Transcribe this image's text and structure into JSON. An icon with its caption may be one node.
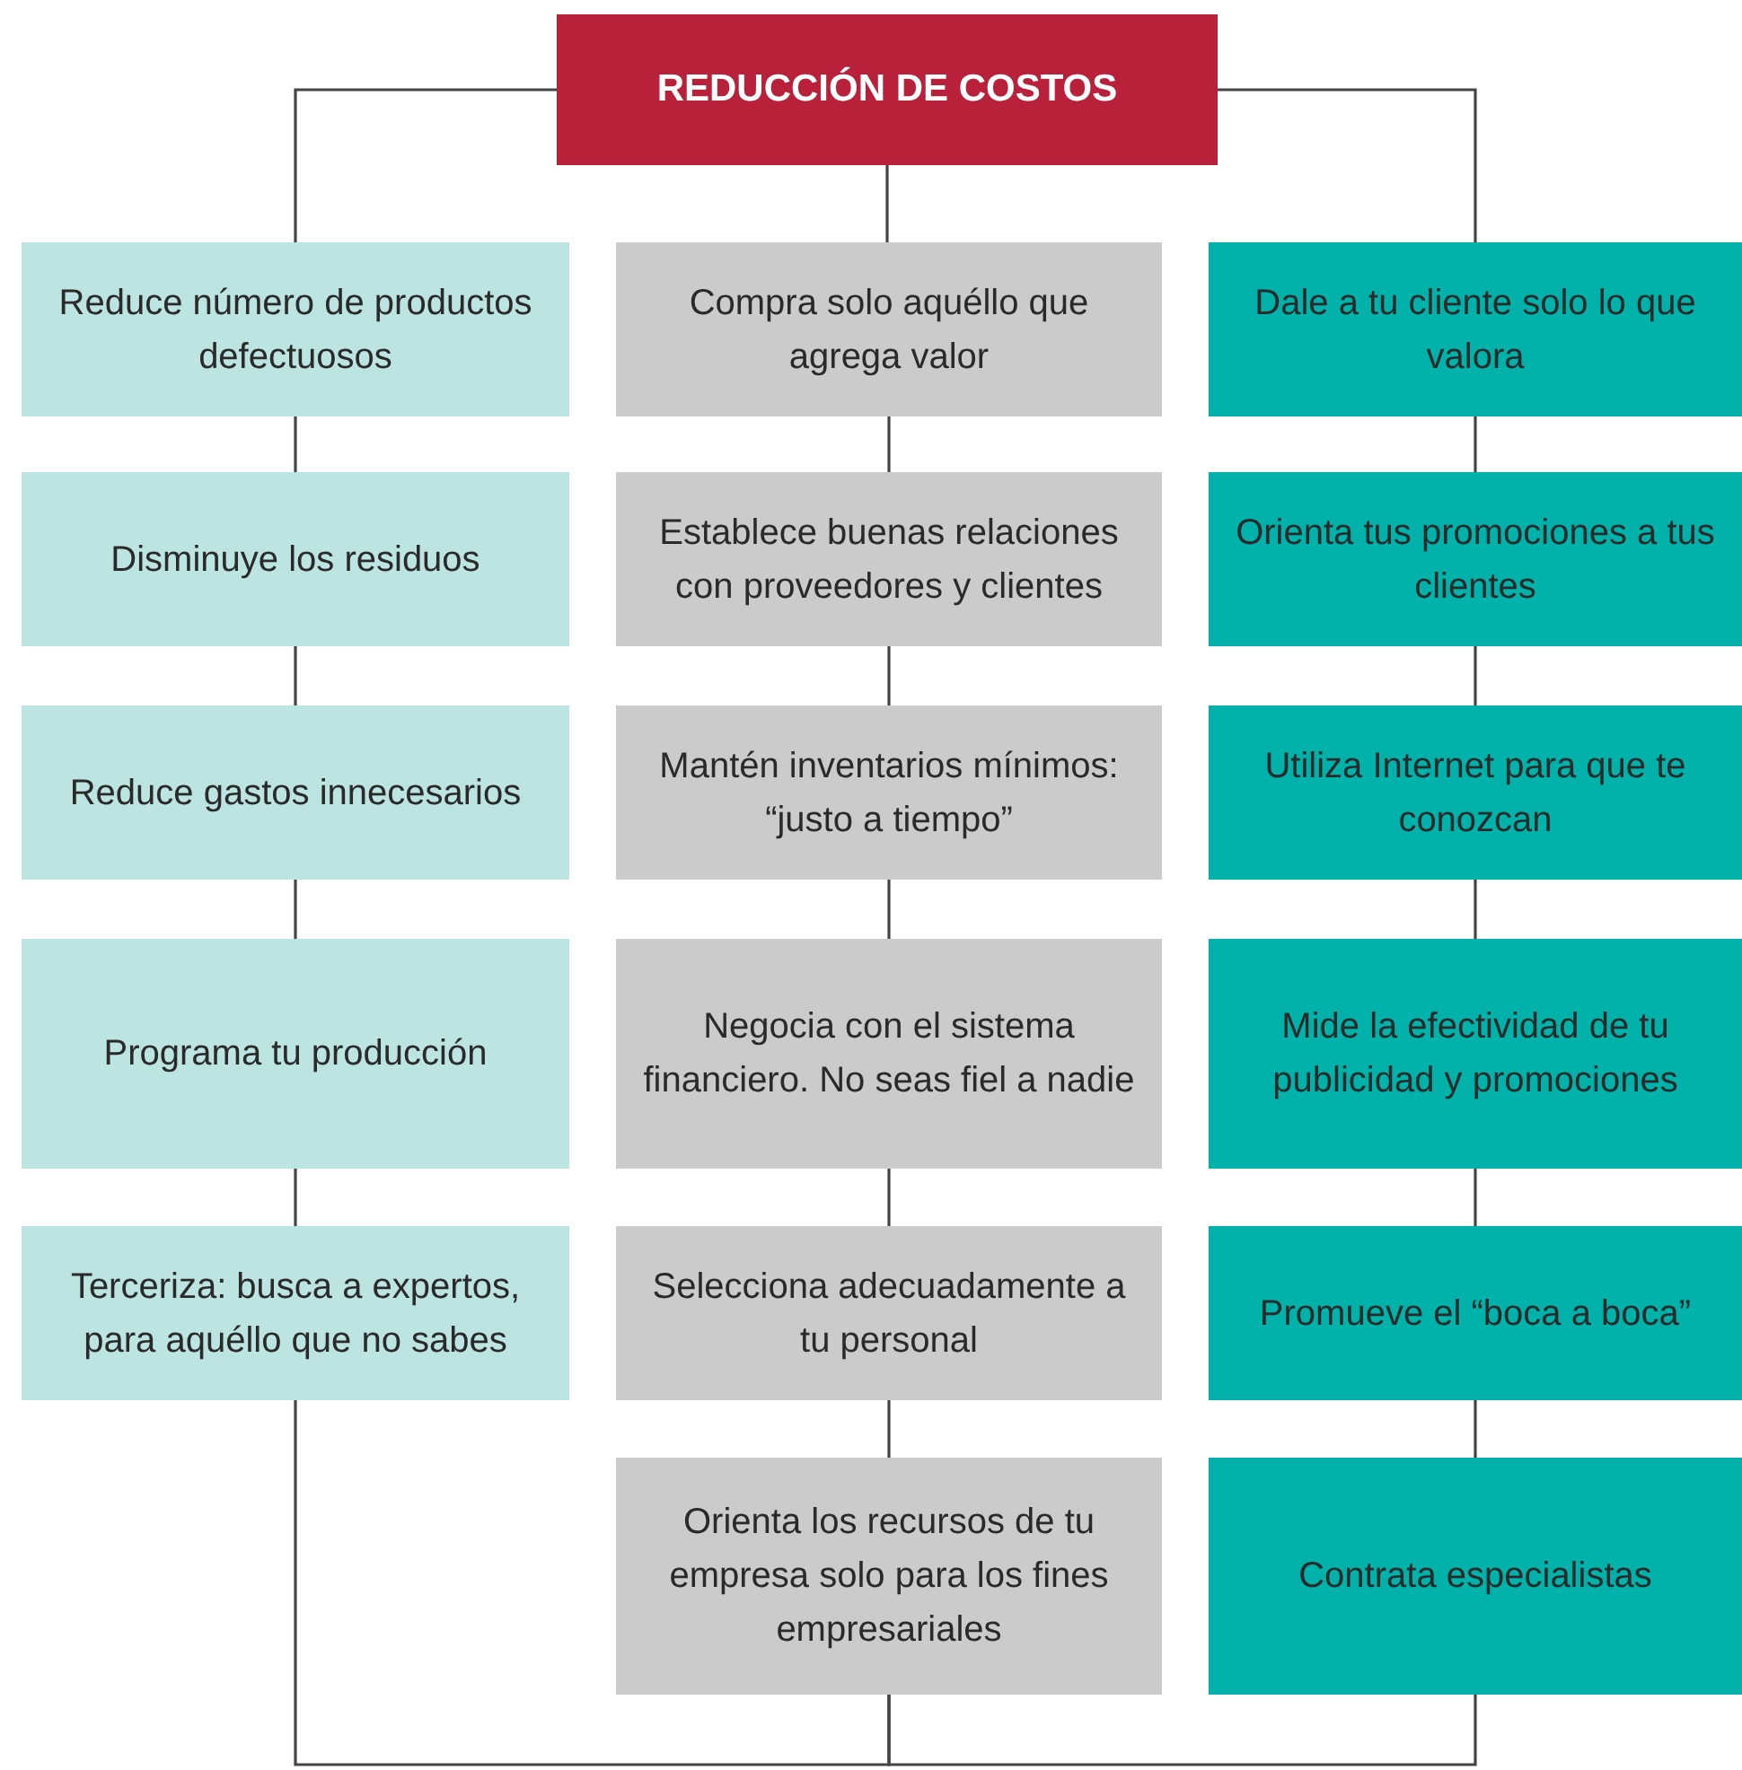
{
  "diagram": {
    "nodes": [
      {
        "text": [
          "REDUCCIÓN DE COSTOS"
        ]
      },
      {
        "text": [
          "Reduce número de productos defectuosos"
        ]
      },
      {
        "text": [
          "Disminuye los residuos"
        ]
      },
      {
        "text": [
          "Reduce gastos innecesarios"
        ]
      },
      {
        "text": [
          "Programa tu producción"
        ]
      },
      {
        "text": [
          "Terceriza: busca a expertos, para aquéllo que no sabes"
        ]
      },
      {
        "text": [
          "Compra solo aquéllo que agrega valor"
        ]
      },
      {
        "text": [
          "Establece buenas relaciones con proveedores y clientes"
        ]
      },
      {
        "text": [
          "Mantén inventarios mínimos: “justo a tiempo”"
        ]
      },
      {
        "text": [
          "Negocia con el sistema financiero. No seas fiel a nadie"
        ]
      },
      {
        "text": [
          "Selecciona adecuadamente a tu personal"
        ]
      },
      {
        "text": [
          "Orienta los recursos de tu empresa solo para los fines empresariales"
        ]
      },
      {
        "text": [
          "Dale a tu cliente solo lo que valora"
        ]
      },
      {
        "text": [
          "Orienta tus promociones a tus clientes"
        ]
      },
      {
        "text": [
          "Utiliza Internet para que te conozcan"
        ]
      },
      {
        "text": [
          "Mide la efectividad de tu publicidad y promociones"
        ]
      },
      {
        "text": [
          "Promueve el “boca a boca”"
        ]
      },
      {
        "text": [
          "Contrata especialistas"
        ]
      }
    ],
    "edges": [
      {
        "from": 0,
        "to": 1,
        "arrow": "none"
      },
      {
        "from": 1,
        "to": 2,
        "arrow": "none"
      },
      {
        "from": 2,
        "to": 3,
        "arrow": "none"
      },
      {
        "from": 3,
        "to": 4,
        "arrow": "none"
      },
      {
        "from": 4,
        "to": 5,
        "arrow": "none"
      },
      {
        "from": 0,
        "to": 6,
        "arrow": "none"
      },
      {
        "from": 6,
        "to": 7,
        "arrow": "none"
      },
      {
        "from": 7,
        "to": 8,
        "arrow": "none"
      },
      {
        "from": 8,
        "to": 9,
        "arrow": "none"
      },
      {
        "from": 9,
        "to": 10,
        "arrow": "none"
      },
      {
        "from": 10,
        "to": 11,
        "arrow": "none"
      },
      {
        "from": 0,
        "to": 12,
        "arrow": "none"
      },
      {
        "from": 12,
        "to": 13,
        "arrow": "none"
      },
      {
        "from": 13,
        "to": 14,
        "arrow": "none"
      },
      {
        "from": 14,
        "to": 15,
        "arrow": "none"
      },
      {
        "from": 15,
        "to": 16,
        "arrow": "none"
      },
      {
        "from": 16,
        "to": 17,
        "arrow": "none"
      },
      {
        "from": 5,
        "to": 11,
        "arrow": "none"
      },
      {
        "from": 17,
        "to": 11,
        "arrow": "none"
      }
    ]
  }
}
